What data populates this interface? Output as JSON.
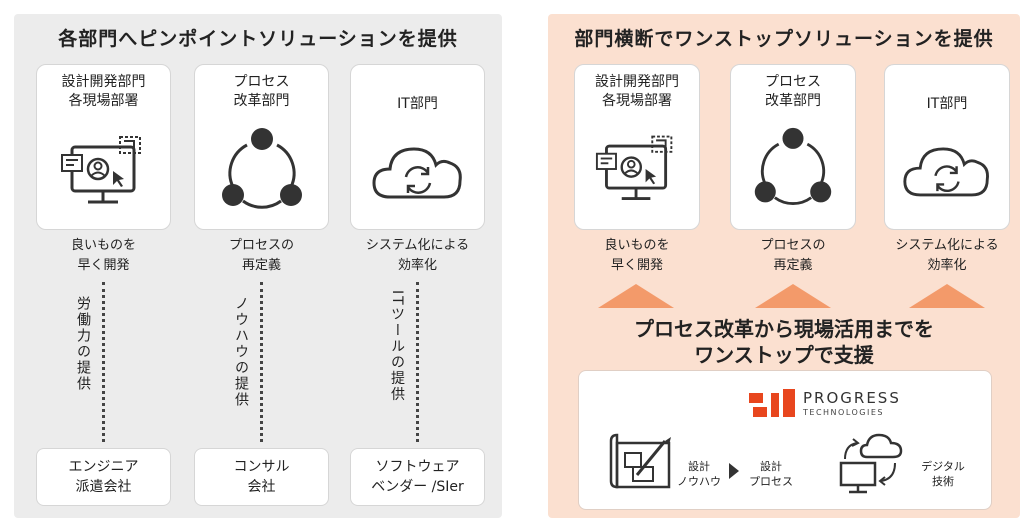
{
  "left": {
    "title": "各部門へピンポイントソリューションを提供",
    "cards": [
      {
        "label": "設計開発部門\n各現場部署",
        "icon": "monitor-icon",
        "caption": "良いものを\n早く開発",
        "support": "労働力の提供",
        "provider": "エンジニア\n派遣会社"
      },
      {
        "label": "プロセス\n改革部門",
        "icon": "cycle-icon",
        "caption": "プロセスの\n再定義",
        "support": "ノウハウの提供",
        "provider": "コンサル\n会社"
      },
      {
        "label": "IT部門",
        "icon": "cloud-sync-icon",
        "caption": "システム化による\n効率化",
        "support": "ITツールの提供",
        "provider": "ソフトウェア\nベンダー /SIer"
      }
    ]
  },
  "right": {
    "title": "部門横断でワンストップソリューションを提供",
    "cards": [
      {
        "label": "設計開発部門\n各現場部署",
        "icon": "monitor-icon",
        "caption": "良いものを\n早く開発"
      },
      {
        "label": "プロセス\n改革部門",
        "icon": "cycle-icon",
        "caption": "プロセスの\n再定義"
      },
      {
        "label": "IT部門",
        "icon": "cloud-sync-icon",
        "caption": "システム化による\n効率化"
      }
    ],
    "support_text": "プロセス改革から現場活用までを\nワンストップで支援",
    "logo": {
      "name": "PROGRESS",
      "sub": "TECHNOLOGIES",
      "accent": "#e8461e"
    },
    "flow": [
      {
        "label": "設計\nノウハウ",
        "icon": "blueprint-icon"
      },
      {
        "label": "設計\nプロセス",
        "icon": "arrow-right-icon"
      },
      {
        "label": "デジタル\n技術",
        "icon": "computer-cloud-icon"
      }
    ]
  },
  "colors": {
    "accent_triangle": "#f39a6a",
    "panel_right": "#fbe0d0",
    "panel_left": "#ececec"
  }
}
